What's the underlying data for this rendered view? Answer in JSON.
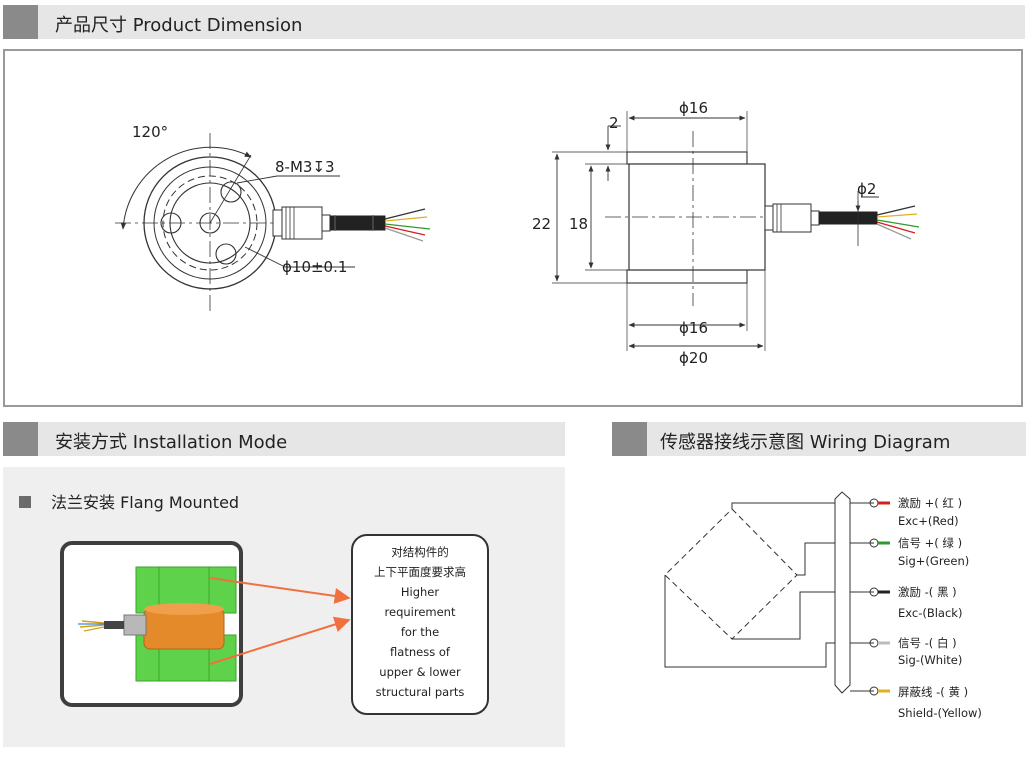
{
  "sections": {
    "dimension": {
      "title": "产品尺寸 Product Dimension"
    },
    "installation": {
      "title": "安装方式 Installation Mode"
    },
    "wiring": {
      "title": "传感器接线示意图  Wiring Diagram"
    }
  },
  "dimension_labels": {
    "angle": "120°",
    "thread": "8-M3↧3",
    "bolt_circle": "ϕ10±0.1",
    "top_diameter": "ϕ16",
    "gap": "2",
    "height_total": "22",
    "height_inner": "18",
    "cable_diameter": "ϕ2",
    "bottom_diameter": "ϕ16",
    "outer_diameter": "ϕ20"
  },
  "installation": {
    "mode_label": "法兰安装 Flang Mounted",
    "note_lines": [
      "对结构件的",
      "上下平面度要求高",
      "Higher",
      "requirement",
      "for the",
      "flatness of",
      "upper & lower",
      "structural parts"
    ]
  },
  "wiring": {
    "wires": [
      {
        "cn": "激励 +( 红 )",
        "en": "Exc+(Red)",
        "color": "#d32020"
      },
      {
        "cn": "信号 +( 绿 )",
        "en": "Sig+(Green)",
        "color": "#2e9b2e"
      },
      {
        "cn": "激励 -( 黑 )",
        "en": "Exc-(Black)",
        "color": "#222222"
      },
      {
        "cn": "信号 -( 白 )",
        "en": "Sig-(White)",
        "color": "#ffffff"
      },
      {
        "cn": "屏蔽线 -( 黄 )",
        "en": "Shield-(Yellow)",
        "color": "#e0b020"
      }
    ]
  }
}
